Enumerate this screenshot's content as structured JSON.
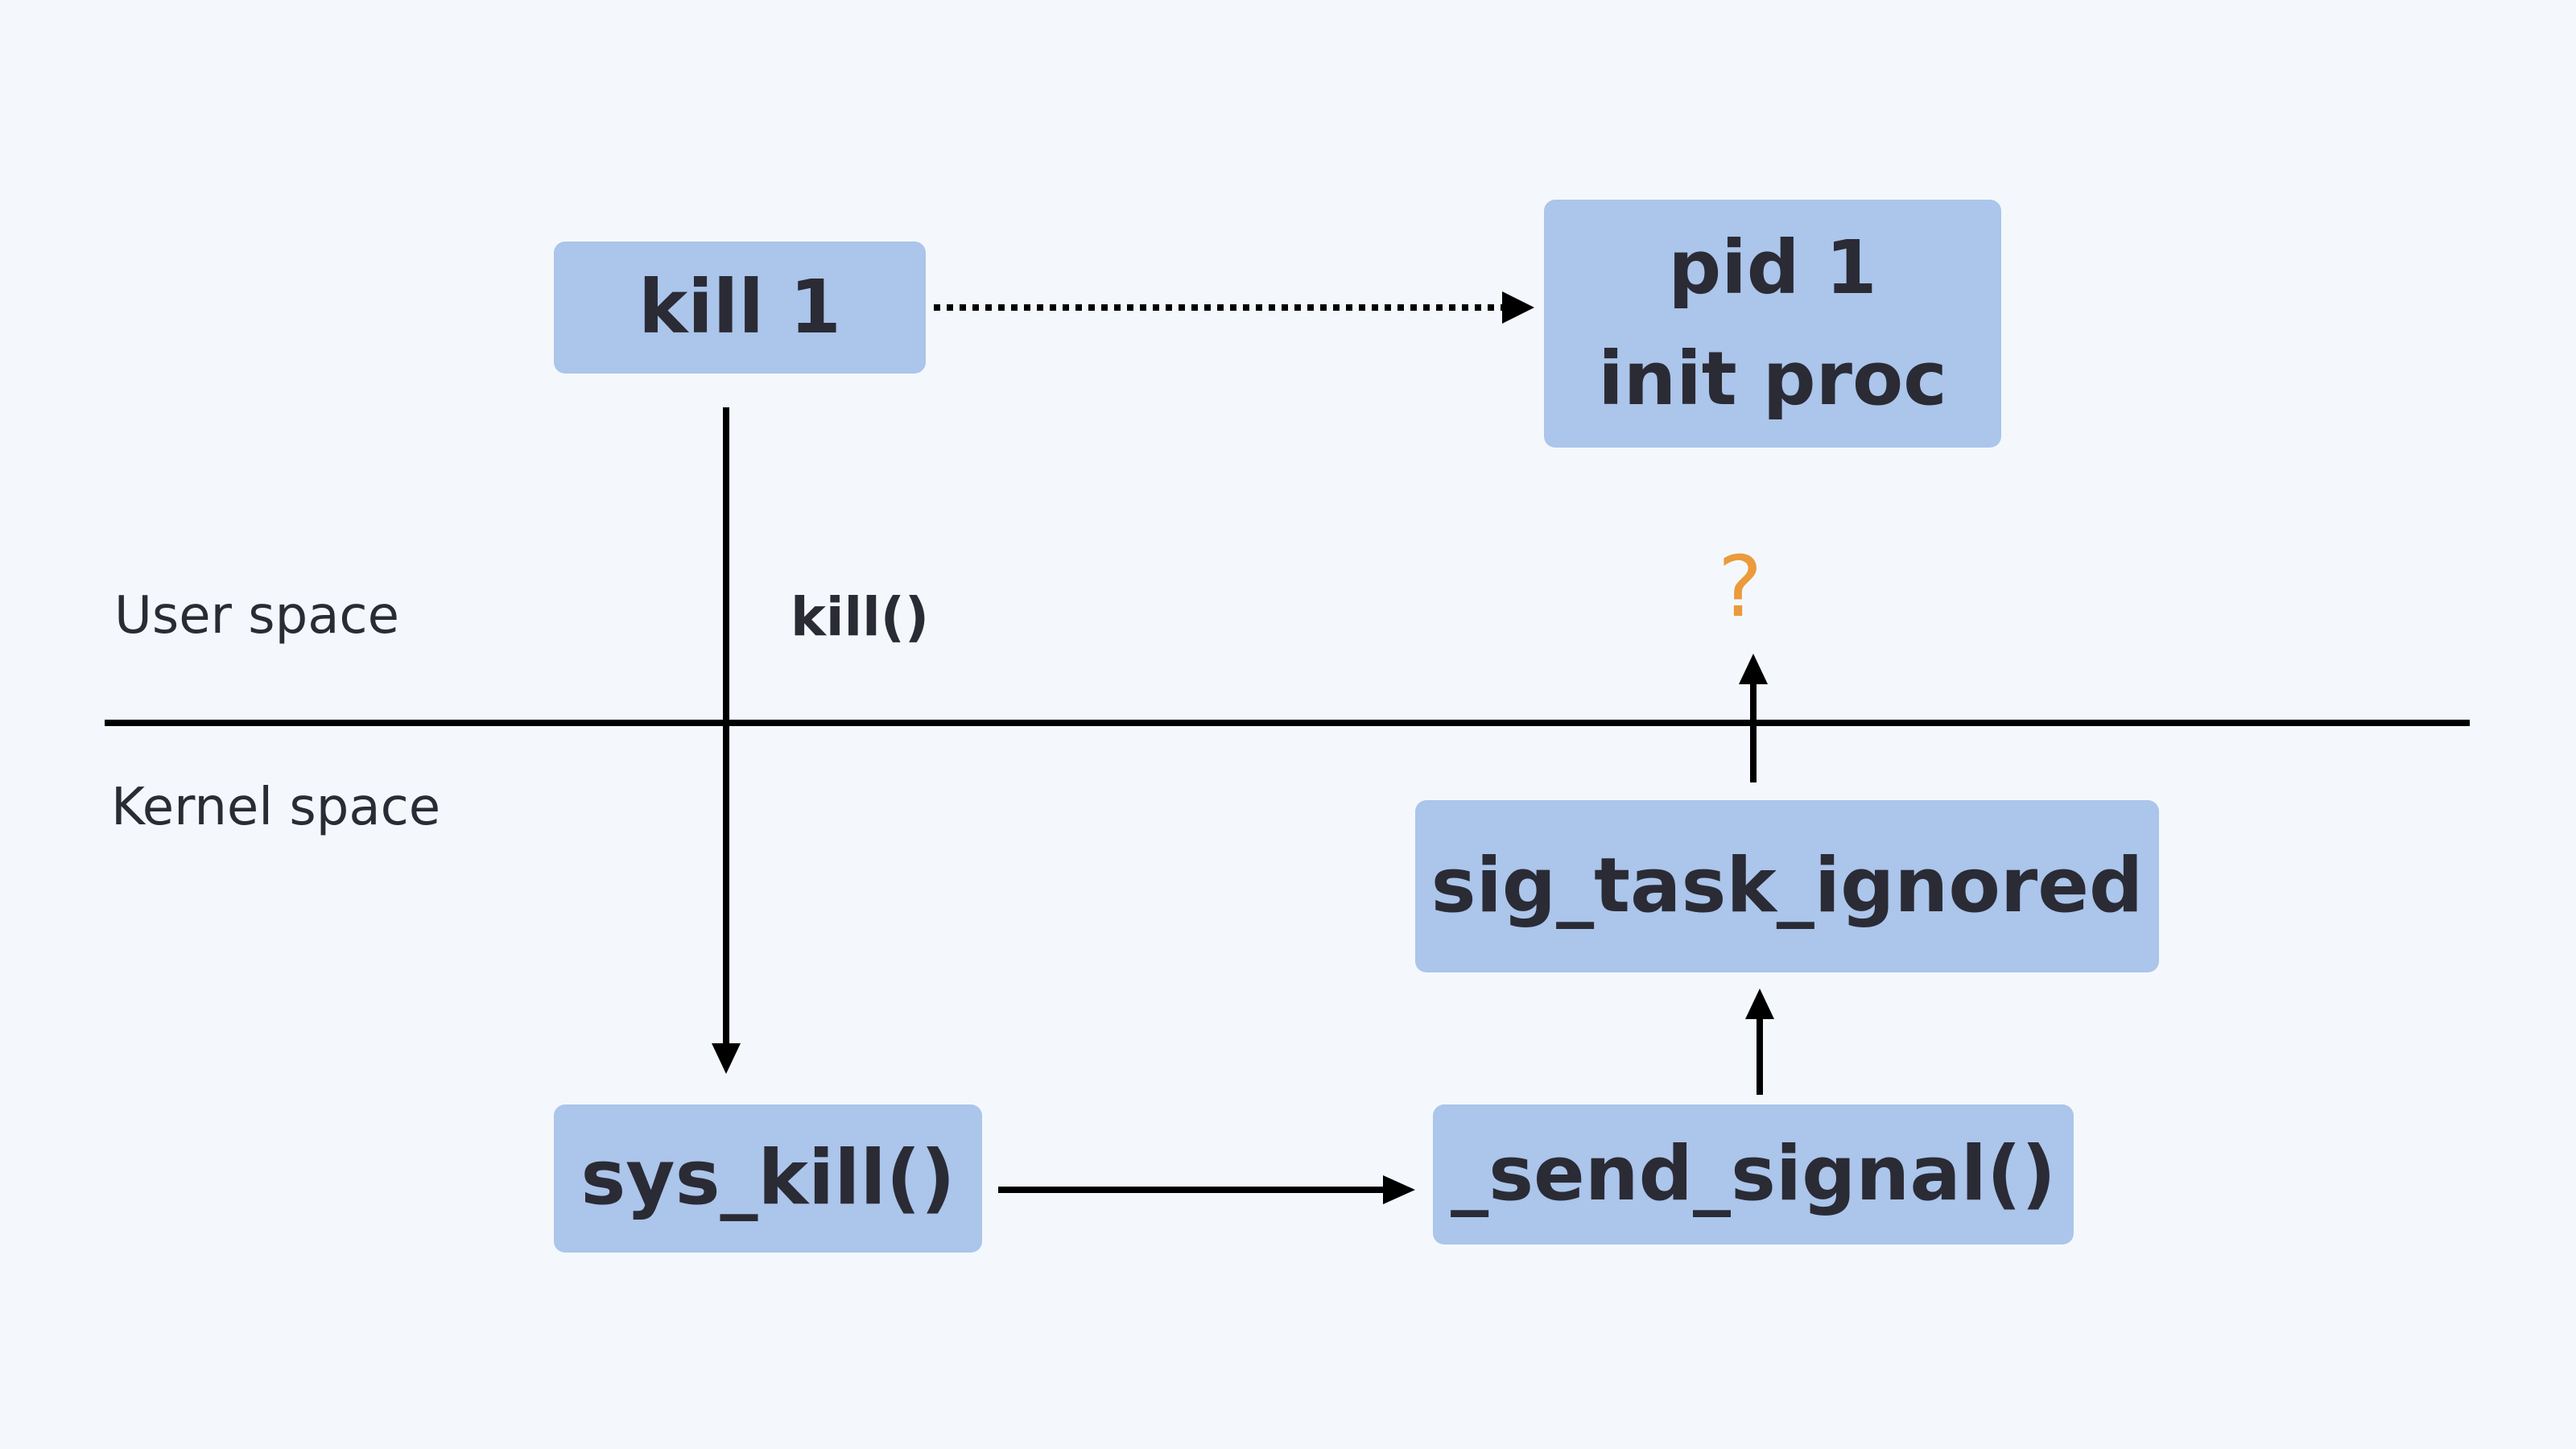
{
  "diagram": {
    "nodes": {
      "kill_cmd": {
        "label": "kill 1"
      },
      "target": {
        "line1": "pid 1",
        "line2": "init proc"
      },
      "sig_task_ignored": {
        "label": "sig_task_ignored"
      },
      "sys_kill": {
        "label": "sys_kill()"
      },
      "send_signal": {
        "label": "_send_signal()"
      }
    },
    "labels": {
      "user_space": "User space",
      "kernel_space": "Kernel space",
      "syscall": "kill()",
      "question": "?"
    },
    "colors": {
      "background": "#f4f8fc",
      "node_fill": "#abc5eb",
      "text": "#2b2b35",
      "line": "#000000",
      "question": "#eb9a3c"
    },
    "edges": [
      {
        "from": "kill 1",
        "to": "pid 1 init proc",
        "style": "dotted"
      },
      {
        "from": "kill 1",
        "to": "sys_kill()",
        "style": "solid"
      },
      {
        "from": "sys_kill()",
        "to": "_send_signal()",
        "style": "solid"
      },
      {
        "from": "_send_signal()",
        "to": "sig_task_ignored",
        "style": "solid"
      },
      {
        "from": "sig_task_ignored",
        "to": "?",
        "style": "solid"
      }
    ]
  }
}
